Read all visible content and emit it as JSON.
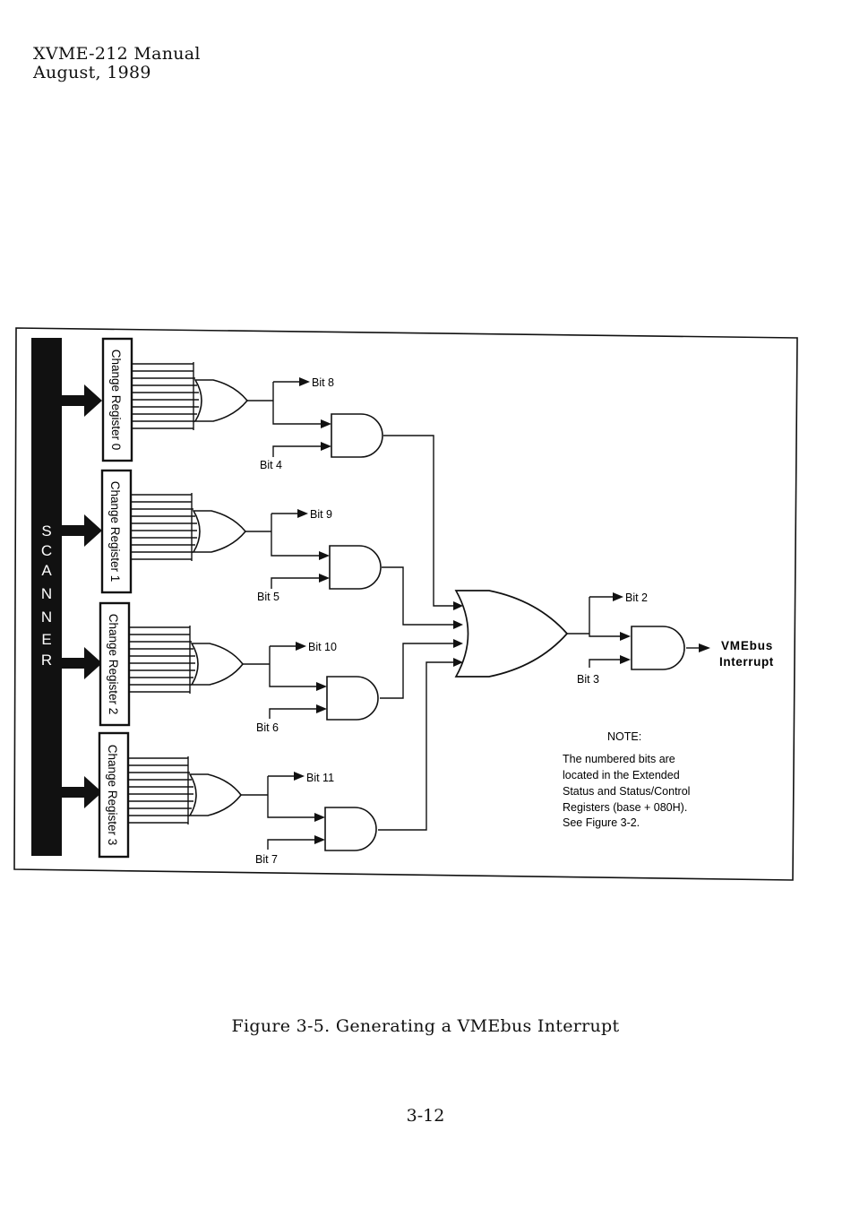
{
  "header": {
    "line1": "XVME-212 Manual",
    "line2": "August, 1989"
  },
  "diagram": {
    "scanner_letters": [
      "S",
      "C",
      "A",
      "N",
      "N",
      "E",
      "R"
    ],
    "registers": [
      {
        "label": "Change Register 0",
        "or_bit": "Bit 8",
        "enable_bit": "Bit 4"
      },
      {
        "label": "Change Register 1",
        "or_bit": "Bit 9",
        "enable_bit": "Bit 5"
      },
      {
        "label": "Change Register 2",
        "or_bit": "Bit 10",
        "enable_bit": "Bit 6"
      },
      {
        "label": "Change Register 3",
        "or_bit": "Bit 11",
        "enable_bit": "Bit 7"
      }
    ],
    "final": {
      "or_bit": "Bit 2",
      "enable_bit": "Bit 3",
      "output_line1": "VMEbus",
      "output_line2": "Interrupt"
    },
    "note": {
      "title": "NOTE:",
      "lines": [
        "The numbered bits are",
        "located in the Extended",
        "Status and Status/Control",
        "Registers (base + 080H).",
        "See Figure 3-2."
      ]
    }
  },
  "caption": "Figure 3-5. Generating a VMEbus Interrupt",
  "page_number": "3-12"
}
